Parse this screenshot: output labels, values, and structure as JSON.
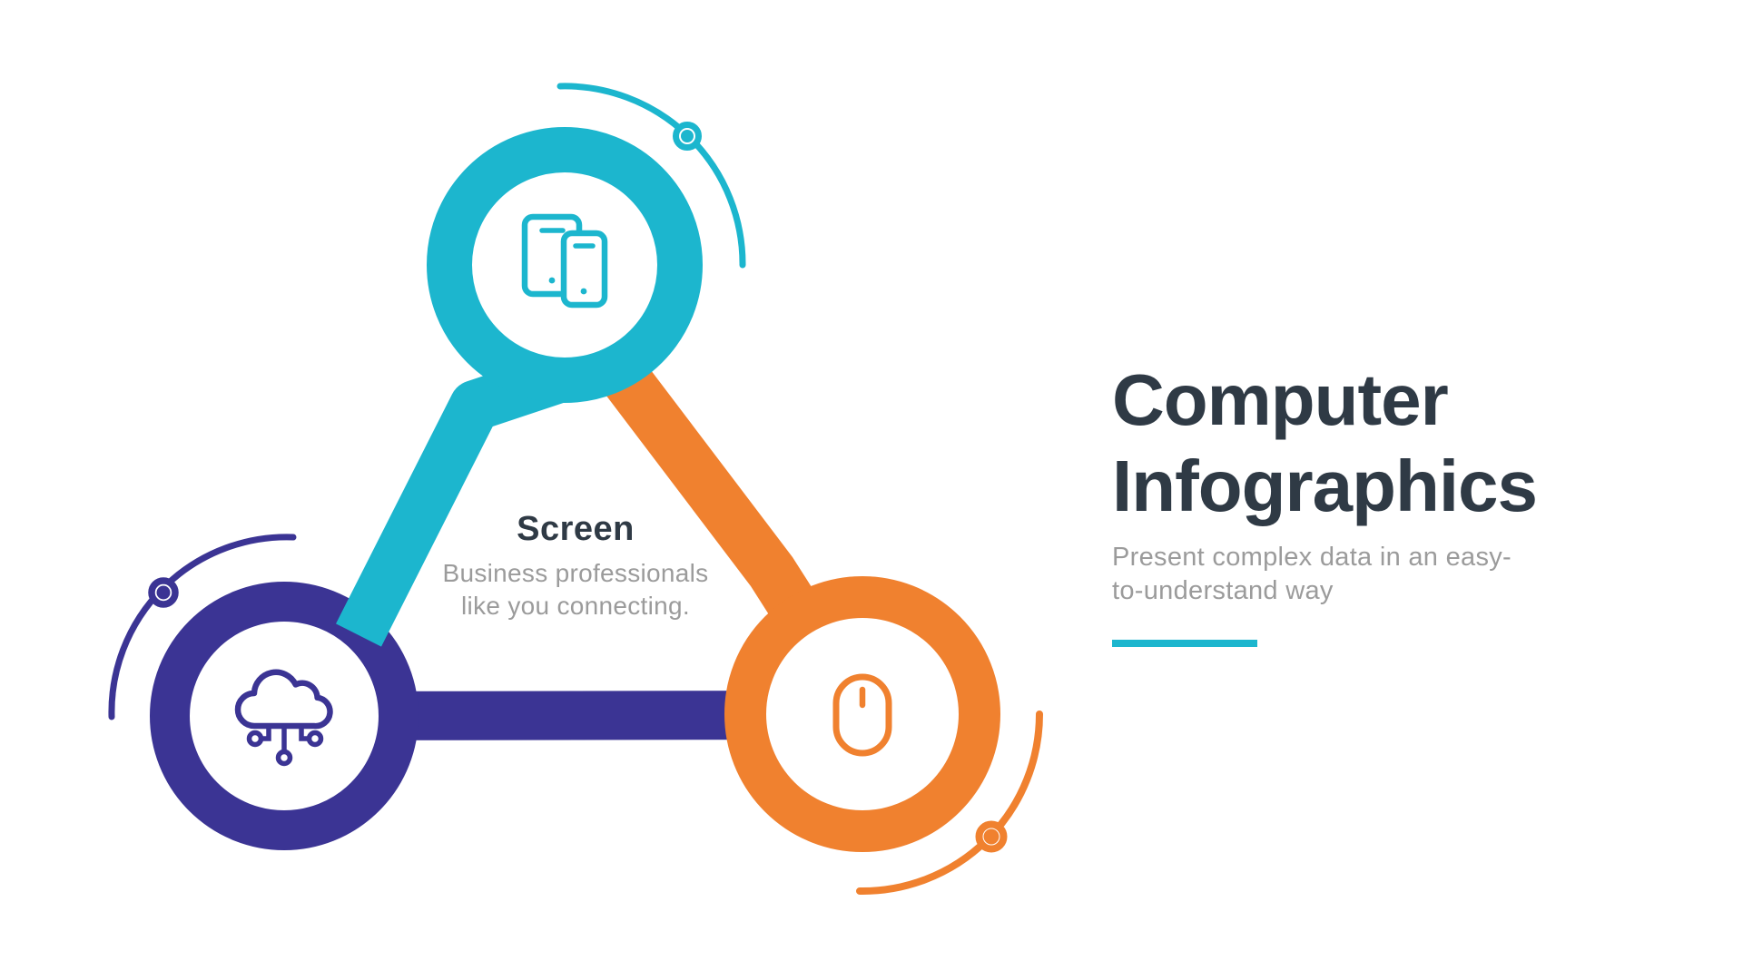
{
  "colors": {
    "cyan": "#1CB6CE",
    "purple": "#3B3494",
    "orange": "#F0812F",
    "dark": "#2F3A45",
    "gray": "#9B9B9B",
    "background": "#FFFFFF"
  },
  "diagram": {
    "nodes": [
      {
        "id": "screen-node",
        "icon": "smartphones-icon",
        "color": "#1CB6CE",
        "position": "top"
      },
      {
        "id": "cloud-node",
        "icon": "cloud-network-icon",
        "color": "#3B3494",
        "position": "bottom-left"
      },
      {
        "id": "mouse-node",
        "icon": "mouse-icon",
        "color": "#F0812F",
        "position": "bottom-right"
      }
    ],
    "center_label": {
      "title": "Screen",
      "description": "Business professionals like you connecting."
    }
  },
  "header": {
    "title": "Computer Infographics",
    "subtitle": "Present complex data in an easy-to-understand way"
  }
}
